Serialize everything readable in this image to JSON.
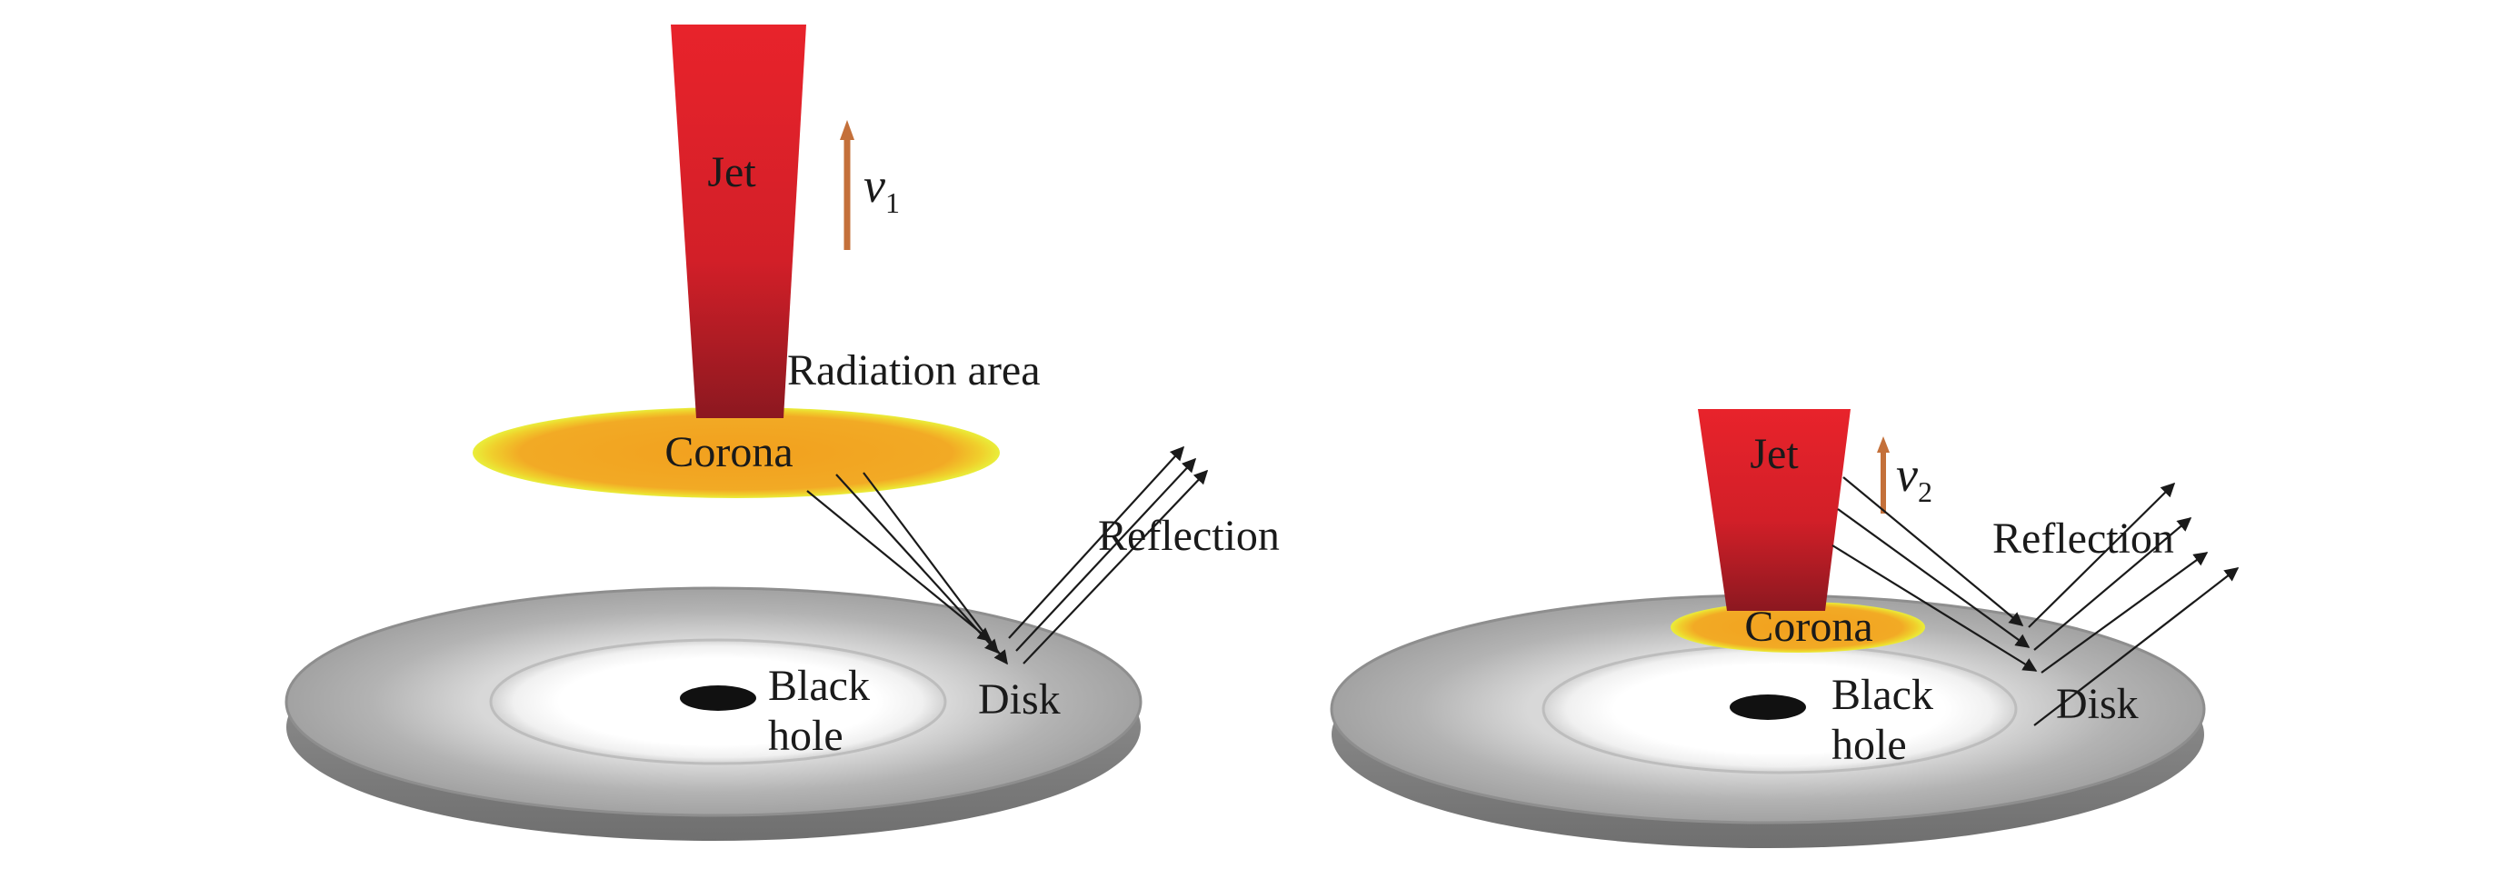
{
  "panels": [
    {
      "jet_label": "Jet",
      "velocity_symbol": "v",
      "velocity_subscript": "1",
      "radiation_label": "Radiation area",
      "corona_label": "Corona",
      "reflection_label": "Reflection",
      "black_hole_line1": "Black",
      "black_hole_line2": "hole",
      "disk_label": "Disk"
    },
    {
      "jet_label": "Jet",
      "velocity_symbol": "v",
      "velocity_subscript": "2",
      "corona_label": "Corona",
      "reflection_label": "Reflection",
      "black_hole_line1": "Black",
      "black_hole_line2": "hole",
      "disk_label": "Disk"
    }
  ],
  "colors": {
    "jet_top": "#e8232b",
    "jet_bottom": "#8c1820",
    "corona_fill": "#f2a623",
    "corona_rim": "#ecec38",
    "disk": "#a9a9a9",
    "velocity_arrow": "#c4703a",
    "black_hole": "#111111"
  }
}
